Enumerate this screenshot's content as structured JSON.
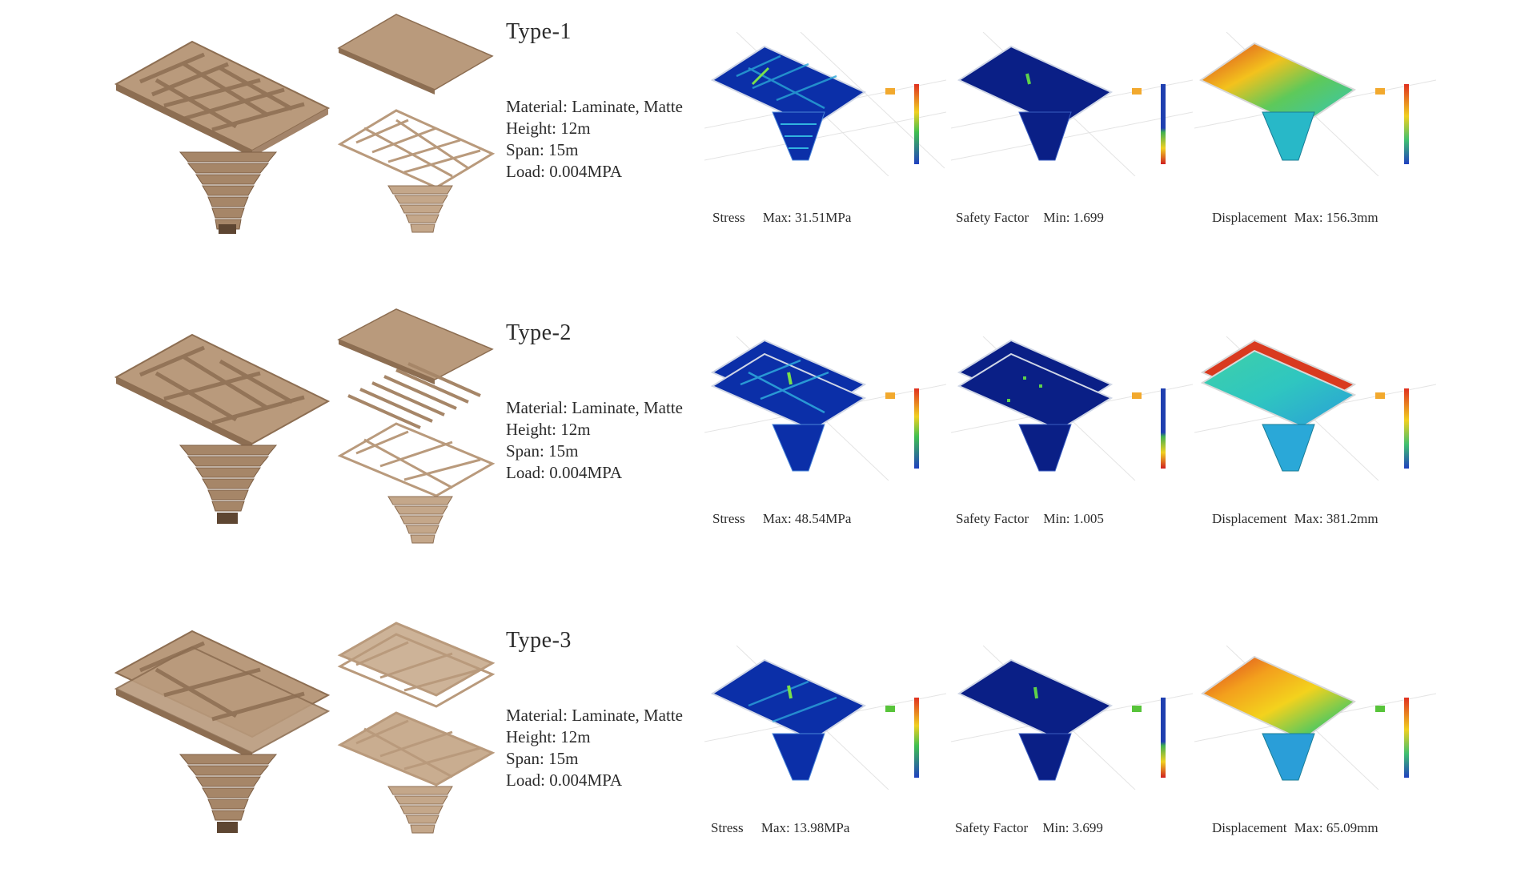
{
  "types": [
    {
      "title": "Type-1",
      "specs": {
        "material": "Material: Laminate, Matte",
        "height": "Height: 12m",
        "span": "Span: 15m",
        "load": "Load: 0.004MPA"
      },
      "results": {
        "stress": {
          "label": "Stress",
          "value": "Max: 31.51MPa"
        },
        "safety": {
          "label": "Safety Factor",
          "value": "Min: 1.699"
        },
        "displacement": {
          "label": "Displacement",
          "value": "Max: 156.3mm"
        }
      }
    },
    {
      "title": "Type-2",
      "specs": {
        "material": "Material: Laminate, Matte",
        "height": "Height: 12m",
        "span": "Span: 15m",
        "load": "Load: 0.004MPA"
      },
      "results": {
        "stress": {
          "label": "Stress",
          "value": "Max: 48.54MPa"
        },
        "safety": {
          "label": "Safety Factor",
          "value": "Min: 1.005"
        },
        "displacement": {
          "label": "Displacement",
          "value": "Max: 381.2mm"
        }
      }
    },
    {
      "title": "Type-3",
      "specs": {
        "material": "Material: Laminate, Matte",
        "height": "Height: 12m",
        "span": "Span: 15m",
        "load": "Load: 0.004MPA"
      },
      "results": {
        "stress": {
          "label": "Stress",
          "value": "Max: 13.98MPa"
        },
        "safety": {
          "label": "Safety Factor",
          "value": "Min: 3.699"
        },
        "displacement": {
          "label": "Displacement",
          "value": "Max: 65.09mm"
        }
      }
    }
  ],
  "colors": {
    "wood": "#b99a7c",
    "wood_dark": "#8d6e52",
    "wood_light": "#d6bfa6",
    "stress_blue": "#0b2fa8",
    "safety_navy": "#0a1f86",
    "disp_red": "#d93a1f",
    "disp_cyan": "#2fc6c0"
  }
}
